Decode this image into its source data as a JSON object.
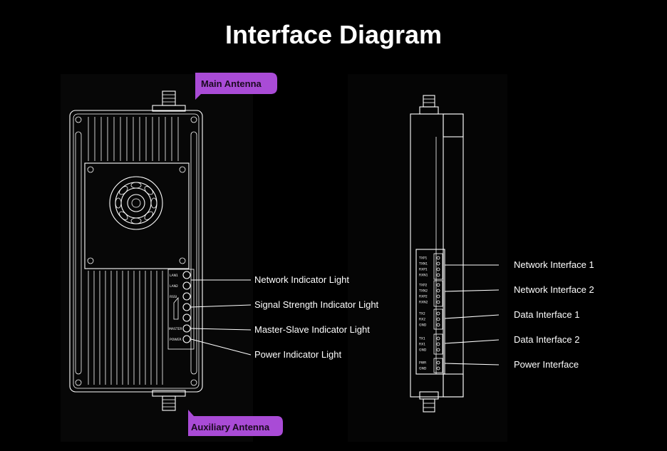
{
  "title": "Interface Diagram",
  "colors": {
    "background": "#000000",
    "tag_fill": "#a94bd6",
    "line": "#ffffff"
  },
  "left_device": {
    "tags": {
      "main_antenna": "Main Antenna",
      "auxiliary_antenna": "Auxiliary Antenna"
    },
    "indicators": [
      "Network Indicator Light",
      "Signal Strength Indicator Light",
      "Master-Slave Indicator Light",
      "Power Indicator Light"
    ],
    "led_labels": [
      "LAN1",
      "LAN2",
      "RSSI",
      "MASTER",
      "POWER"
    ]
  },
  "right_device": {
    "interfaces": [
      "Network Interface 1",
      "Network Interface 2",
      "Data Interface 1",
      "Data Interface 2",
      "Power Interface"
    ],
    "pin_labels": [
      [
        "TXP1",
        "TXN1",
        "RXP1",
        "RXN1"
      ],
      [
        "TXP2",
        "TXN2",
        "RXP2",
        "RXN2"
      ],
      [
        "TX2",
        "RX2",
        "GND"
      ],
      [
        "TX1",
        "RX1",
        "GND"
      ],
      [
        "PWR",
        "GND"
      ]
    ]
  }
}
